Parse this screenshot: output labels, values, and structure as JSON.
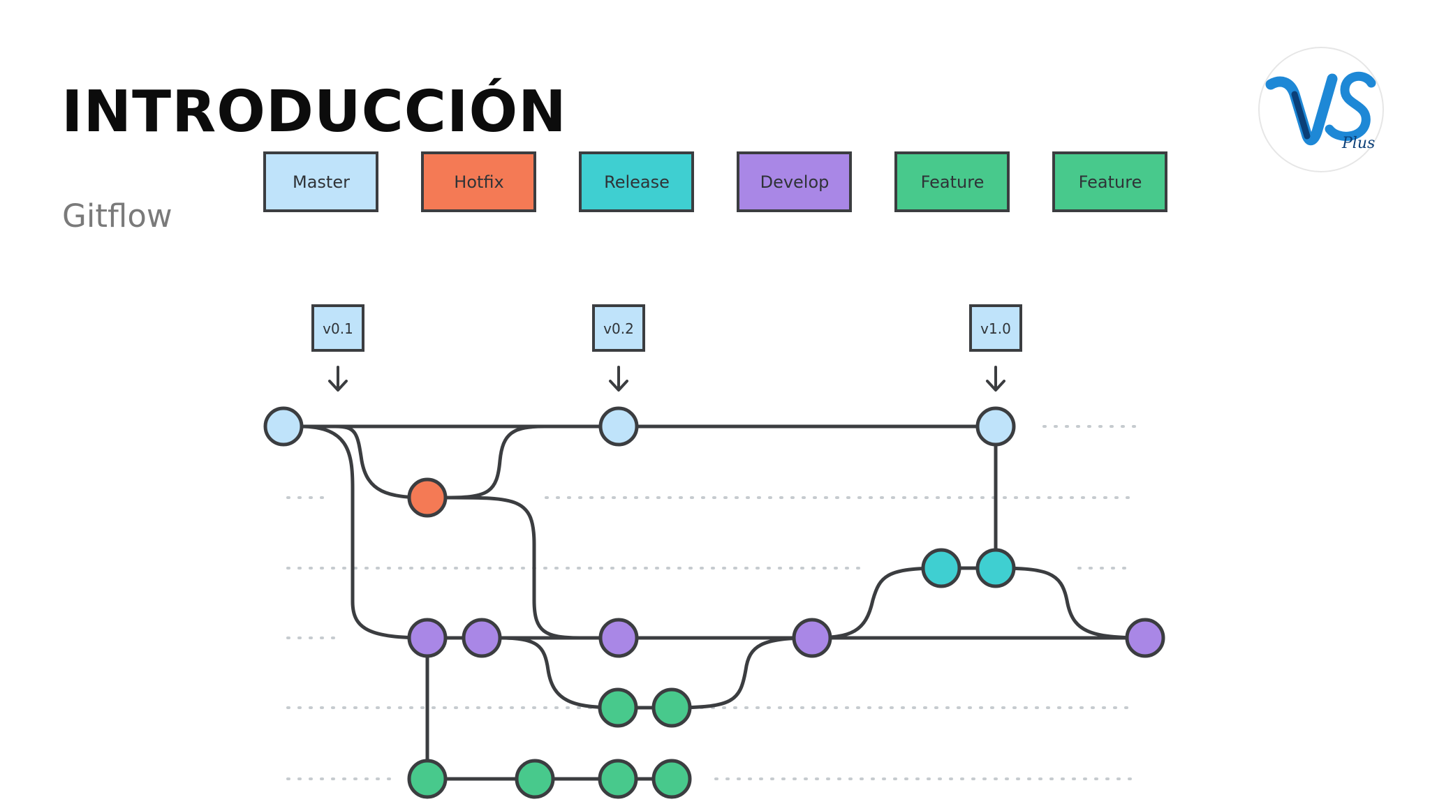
{
  "slide": {
    "title": "INTRODUCCIÓN",
    "subtitle": "Gitflow"
  },
  "logo": {
    "letters": "VS",
    "word": "Plus",
    "colors": {
      "primary": "#1e88d6",
      "dark": "#0b3f78"
    }
  },
  "legend": [
    {
      "label": "Master",
      "color": "#bfe3fa"
    },
    {
      "label": "Hotfix",
      "color": "#f47a55"
    },
    {
      "label": "Release",
      "color": "#3fcfd1"
    },
    {
      "label": "Develop",
      "color": "#a987e6"
    },
    {
      "label": "Feature",
      "color": "#48c98c"
    },
    {
      "label": "Feature",
      "color": "#48c98c"
    }
  ],
  "tags": [
    {
      "label": "v0.1"
    },
    {
      "label": "v0.2"
    },
    {
      "label": "v1.0"
    }
  ],
  "colors": {
    "stroke": "#3b3d40",
    "dots": "#c6cbcf",
    "master": "#bfe3fa",
    "hotfix": "#f47a55",
    "release": "#3fcfd1",
    "develop": "#a987e6",
    "feature": "#48c98c"
  }
}
